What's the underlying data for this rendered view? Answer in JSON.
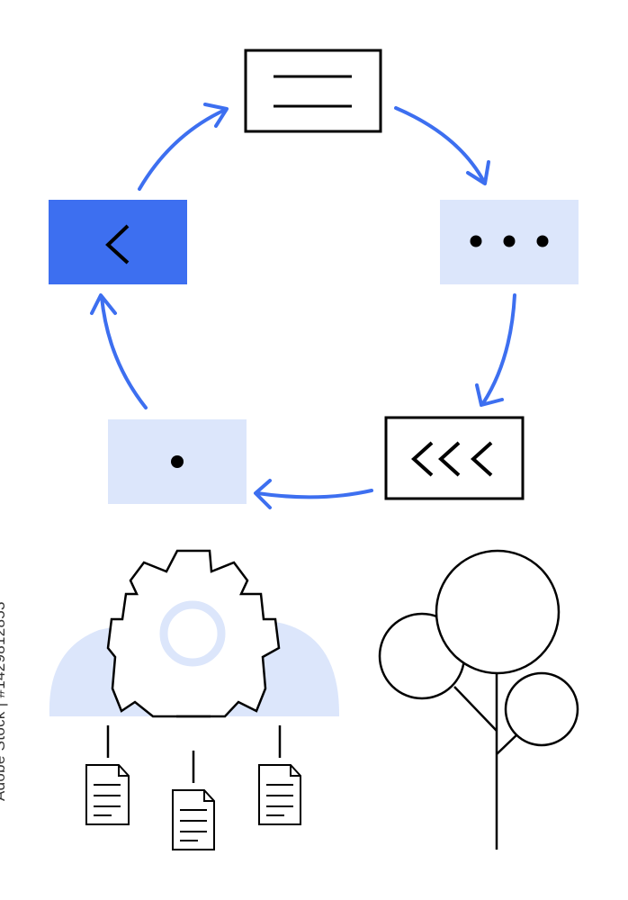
{
  "watermark": "Adobe Stock | #1429812853",
  "colors": {
    "accent_blue": "#3d6ff0",
    "light_blue": "#dce6fb",
    "stroke": "#000000"
  },
  "cycle_boxes": [
    {
      "name": "top-box",
      "style": "outlined",
      "icon": "lines-icon"
    },
    {
      "name": "right-box",
      "style": "light-filled",
      "icon": "ellipsis-icon"
    },
    {
      "name": "bottom-right-box",
      "style": "outlined",
      "icon": "triple-chevron-left-icon"
    },
    {
      "name": "bottom-left-box",
      "style": "light-filled",
      "icon": "dot-icon"
    },
    {
      "name": "left-box",
      "style": "blue-filled",
      "icon": "chevron-left-icon"
    }
  ],
  "illustrations": [
    "cloud-gear-icon",
    "document-icon",
    "tree-icon"
  ]
}
